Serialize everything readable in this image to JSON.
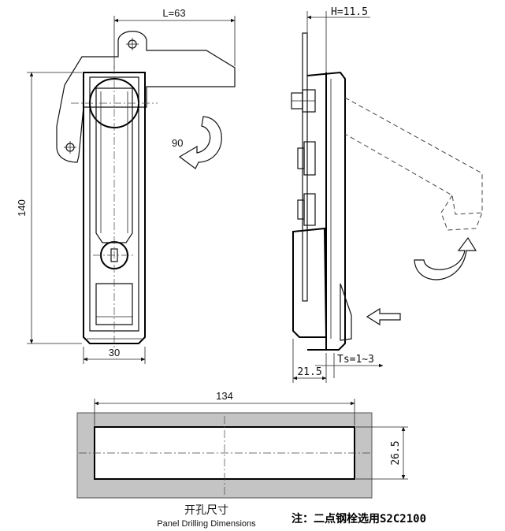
{
  "front_view": {
    "width_top": "L=63",
    "height": "140",
    "width_bottom": "30",
    "rotation": "90"
  },
  "side_view": {
    "thickness_top": "H=11.5",
    "depth_bottom": "21.5",
    "panel_thickness": "Ts=1~3"
  },
  "cutout": {
    "length": "134",
    "height": "26.5",
    "caption_cn": "开孔尺寸",
    "caption_en": "Panel Drilling Dimensions"
  },
  "note": "注：二点钢栓选用S2C2100"
}
